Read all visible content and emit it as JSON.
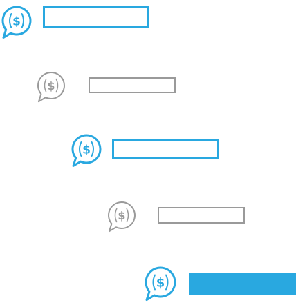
{
  "icon_symbol": "$",
  "rows": [
    {
      "icon": "dollar-speech-bubble-icon",
      "color": "#29a8e0",
      "bar_style": "outline"
    },
    {
      "icon": "dollar-speech-bubble-icon",
      "color": "#9a9a9a",
      "bar_style": "outline"
    },
    {
      "icon": "dollar-speech-bubble-icon",
      "color": "#29a8e0",
      "bar_style": "outline"
    },
    {
      "icon": "dollar-speech-bubble-icon",
      "color": "#9a9a9a",
      "bar_style": "outline"
    },
    {
      "icon": "dollar-speech-bubble-icon",
      "color": "#29a8e0",
      "bar_style": "filled"
    }
  ]
}
